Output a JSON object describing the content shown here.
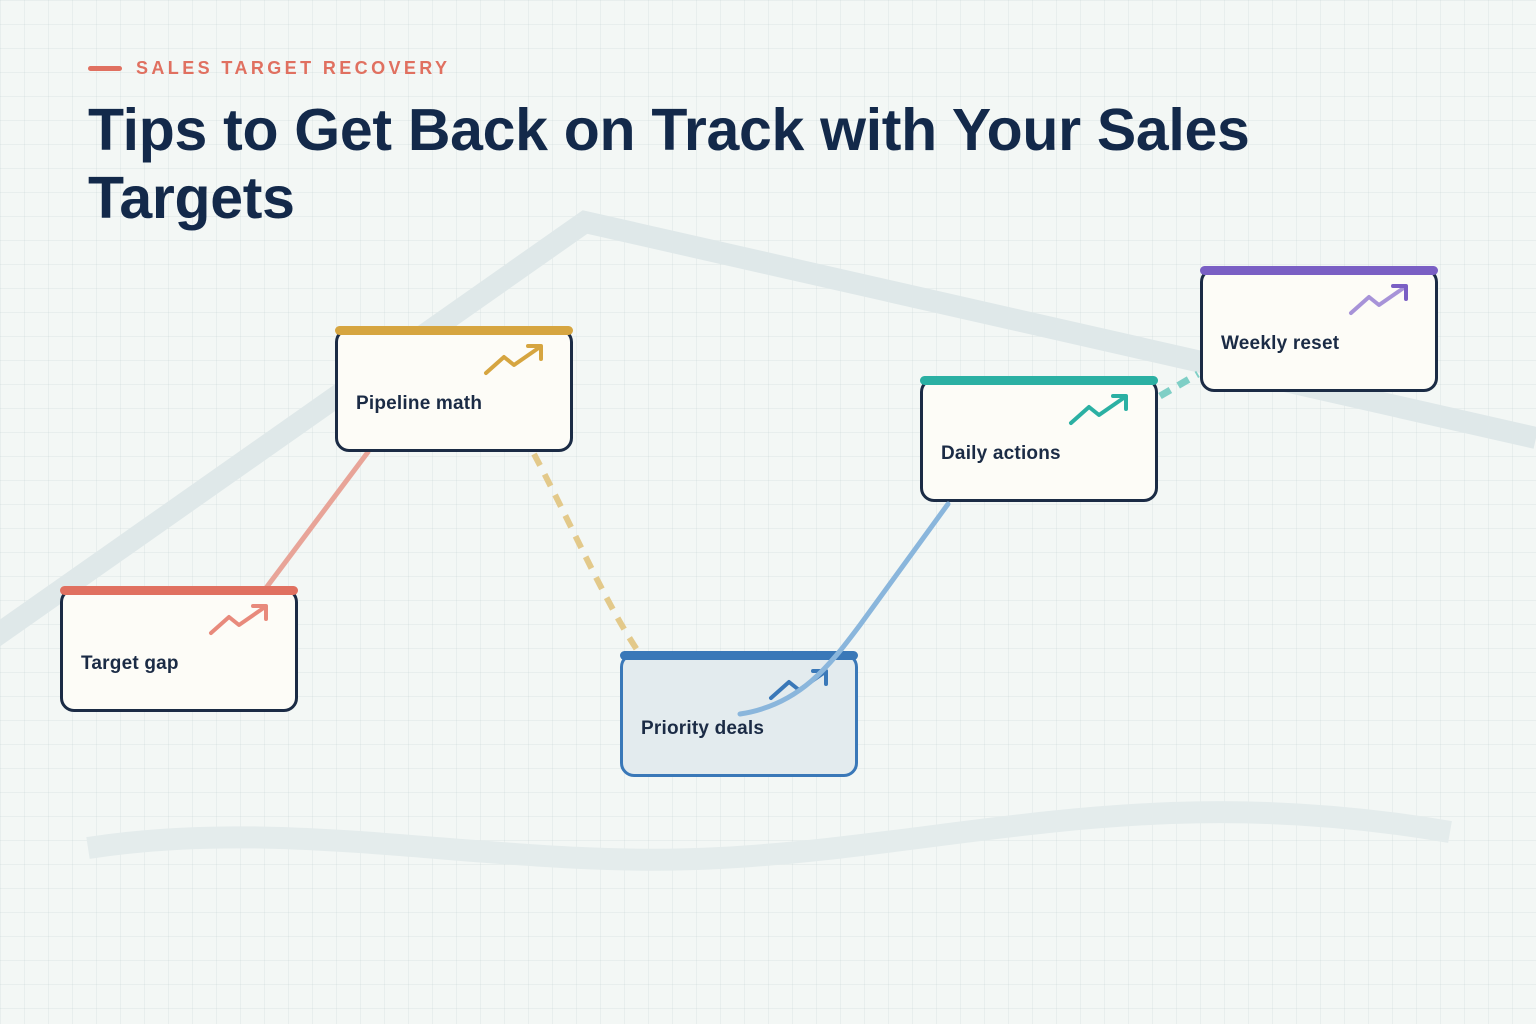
{
  "header": {
    "eyebrow": "SALES TARGET RECOVERY",
    "title": "Tips to Get Back on Track with Your Sales Targets"
  },
  "steps": [
    {
      "label": "Target gap",
      "color": "#e07060",
      "icon": "trend-up-icon"
    },
    {
      "label": "Pipeline math",
      "color": "#d6a540",
      "icon": "trend-up-icon"
    },
    {
      "label": "Priority deals",
      "color": "#3a78b8",
      "icon": "trend-up-icon",
      "highlighted": true
    },
    {
      "label": "Daily actions",
      "color": "#2bb0a3",
      "icon": "trend-up-icon"
    },
    {
      "label": "Weekly reset",
      "color": "#7a5fc4",
      "icon": "trend-up-icon"
    }
  ],
  "colors": {
    "title": "#13294a",
    "accent": "#e07060",
    "card_border": "#1b2b45",
    "background": "#f3f7f5"
  }
}
